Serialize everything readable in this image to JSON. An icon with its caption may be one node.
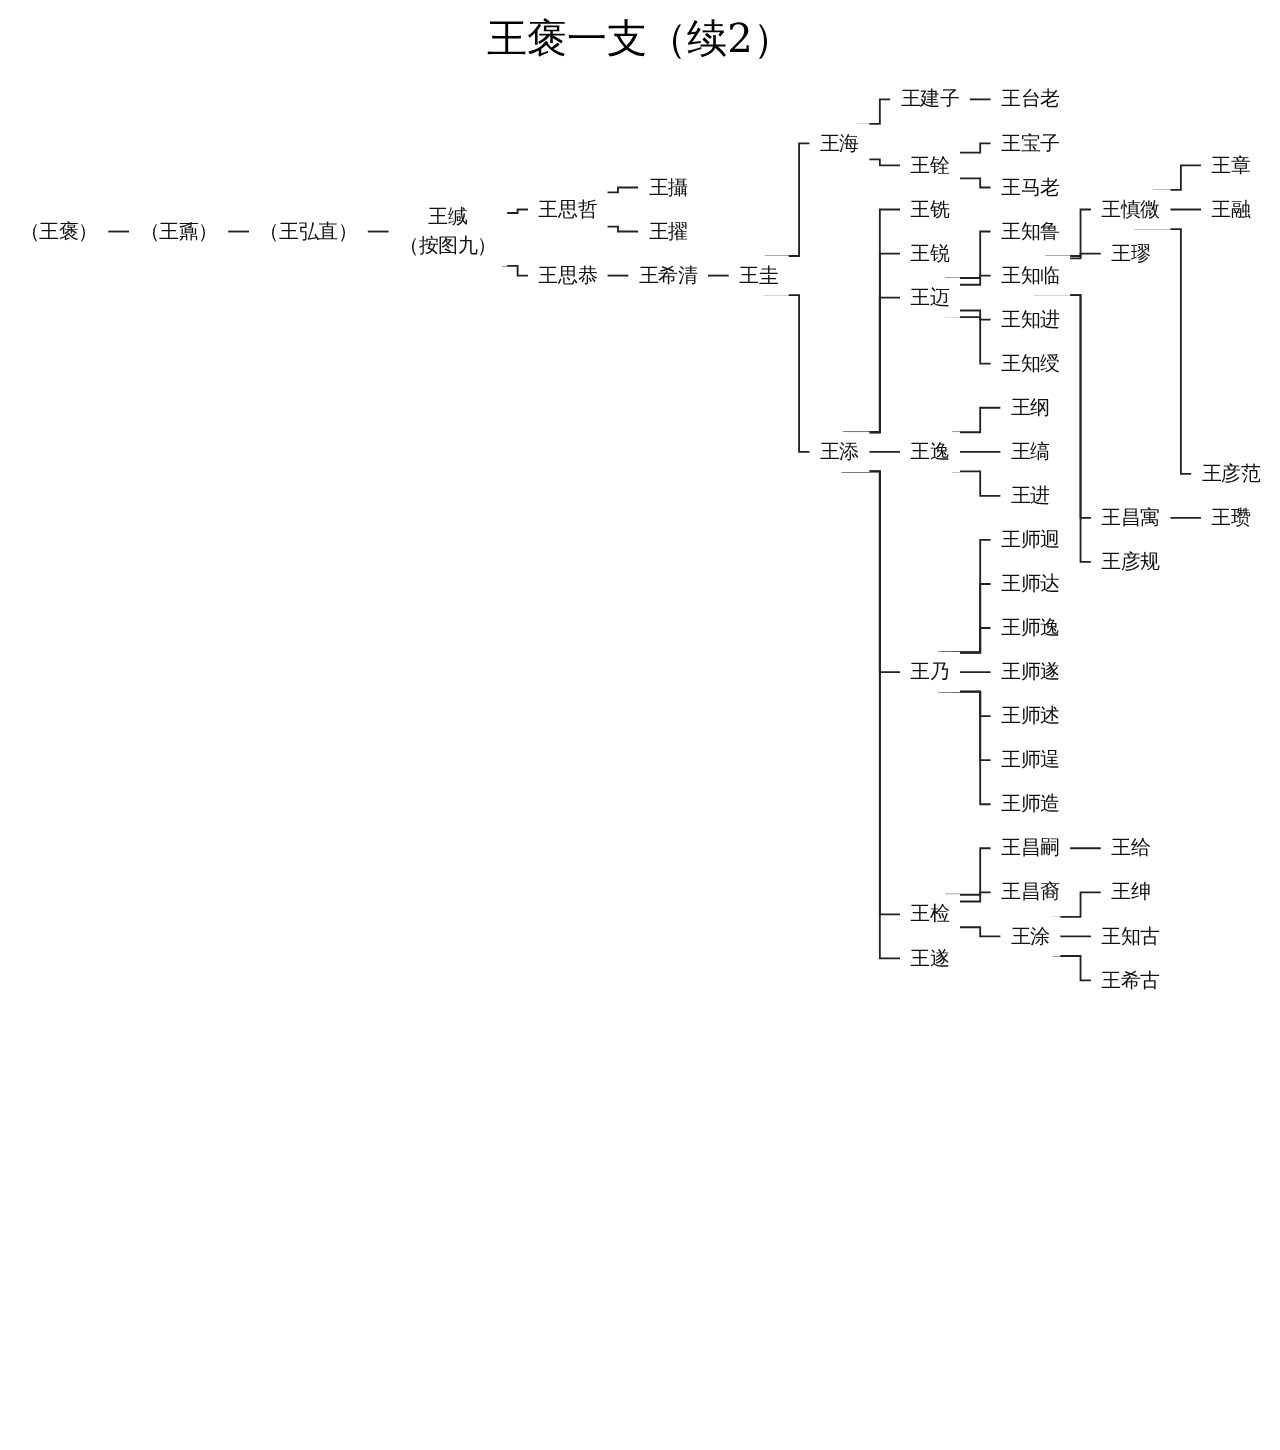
{
  "diagram": {
    "title": "王褒一支（续2）",
    "nodes": [
      {
        "text": [
          "（王褒）"
        ]
      },
      {
        "text": [
          "（王鼒）"
        ]
      },
      {
        "text": [
          "（王弘直）"
        ]
      },
      {
        "text": [
          "王缄",
          "（按图九）"
        ]
      },
      {
        "text": [
          "王思哲"
        ]
      },
      {
        "text": [
          "王攝"
        ]
      },
      {
        "text": [
          "王擢"
        ]
      },
      {
        "text": [
          "王思恭"
        ]
      },
      {
        "text": [
          "王希清"
        ]
      },
      {
        "text": [
          "王圭"
        ]
      },
      {
        "text": [
          "王海"
        ]
      },
      {
        "text": [
          "王建子"
        ]
      },
      {
        "text": [
          "王台老"
        ]
      },
      {
        "text": [
          "王铨"
        ]
      },
      {
        "text": [
          "王宝子"
        ]
      },
      {
        "text": [
          "王马老"
        ]
      },
      {
        "text": [
          "王添"
        ]
      },
      {
        "text": [
          "王铣"
        ]
      },
      {
        "text": [
          "王锐"
        ]
      },
      {
        "text": [
          "王迈"
        ]
      },
      {
        "text": [
          "王知鲁"
        ]
      },
      {
        "text": [
          "王知临"
        ]
      },
      {
        "text": [
          "王慎微"
        ]
      },
      {
        "text": [
          "王章"
        ]
      },
      {
        "text": [
          "王融"
        ]
      },
      {
        "text": [
          "王彦范"
        ]
      },
      {
        "text": [
          "王璆"
        ]
      },
      {
        "text": [
          "王昌寓"
        ]
      },
      {
        "text": [
          "王瓒"
        ]
      },
      {
        "text": [
          "王彦规"
        ]
      },
      {
        "text": [
          "王知进"
        ]
      },
      {
        "text": [
          "王知绶"
        ]
      },
      {
        "text": [
          "王逸"
        ]
      },
      {
        "text": [
          "王纲"
        ]
      },
      {
        "text": [
          "王缟"
        ]
      },
      {
        "text": [
          "王进"
        ]
      },
      {
        "text": [
          "王乃"
        ]
      },
      {
        "text": [
          "王师迥"
        ]
      },
      {
        "text": [
          "王师达"
        ]
      },
      {
        "text": [
          "王师逸"
        ]
      },
      {
        "text": [
          "王师遂"
        ]
      },
      {
        "text": [
          "王师述"
        ]
      },
      {
        "text": [
          "王师逞"
        ]
      },
      {
        "text": [
          "王师造"
        ]
      },
      {
        "text": [
          "王检"
        ]
      },
      {
        "text": [
          "王昌嗣"
        ]
      },
      {
        "text": [
          "王给"
        ]
      },
      {
        "text": [
          "王昌裔"
        ]
      },
      {
        "text": [
          "王涂"
        ]
      },
      {
        "text": [
          "王绅"
        ]
      },
      {
        "text": [
          "王知古"
        ]
      },
      {
        "text": [
          "王希古"
        ]
      },
      {
        "text": [
          "王遂"
        ]
      }
    ],
    "edges": [
      {
        "from": 0,
        "to": 1,
        "arrow": "none"
      },
      {
        "from": 1,
        "to": 2,
        "arrow": "none"
      },
      {
        "from": 2,
        "to": 3,
        "arrow": "none"
      },
      {
        "from": 3,
        "to": 4,
        "arrow": "none"
      },
      {
        "from": 4,
        "to": 5,
        "arrow": "none"
      },
      {
        "from": 4,
        "to": 6,
        "arrow": "none"
      },
      {
        "from": 3,
        "to": 7,
        "arrow": "none"
      },
      {
        "from": 7,
        "to": 8,
        "arrow": "none"
      },
      {
        "from": 8,
        "to": 9,
        "arrow": "none"
      },
      {
        "from": 9,
        "to": 10,
        "arrow": "none"
      },
      {
        "from": 10,
        "to": 11,
        "arrow": "none"
      },
      {
        "from": 11,
        "to": 12,
        "arrow": "none"
      },
      {
        "from": 10,
        "to": 13,
        "arrow": "none"
      },
      {
        "from": 13,
        "to": 14,
        "arrow": "none"
      },
      {
        "from": 13,
        "to": 15,
        "arrow": "none"
      },
      {
        "from": 9,
        "to": 16,
        "arrow": "none"
      },
      {
        "from": 16,
        "to": 17,
        "arrow": "none"
      },
      {
        "from": 16,
        "to": 18,
        "arrow": "none"
      },
      {
        "from": 16,
        "to": 19,
        "arrow": "none"
      },
      {
        "from": 19,
        "to": 20,
        "arrow": "none"
      },
      {
        "from": 19,
        "to": 21,
        "arrow": "none"
      },
      {
        "from": 21,
        "to": 22,
        "arrow": "none"
      },
      {
        "from": 22,
        "to": 23,
        "arrow": "none"
      },
      {
        "from": 22,
        "to": 24,
        "arrow": "none"
      },
      {
        "from": 22,
        "to": 25,
        "arrow": "none"
      },
      {
        "from": 21,
        "to": 26,
        "arrow": "none"
      },
      {
        "from": 21,
        "to": 27,
        "arrow": "none"
      },
      {
        "from": 27,
        "to": 28,
        "arrow": "none"
      },
      {
        "from": 21,
        "to": 29,
        "arrow": "none"
      },
      {
        "from": 19,
        "to": 30,
        "arrow": "none"
      },
      {
        "from": 19,
        "to": 31,
        "arrow": "none"
      },
      {
        "from": 16,
        "to": 32,
        "arrow": "none"
      },
      {
        "from": 32,
        "to": 33,
        "arrow": "none"
      },
      {
        "from": 32,
        "to": 34,
        "arrow": "none"
      },
      {
        "from": 32,
        "to": 35,
        "arrow": "none"
      },
      {
        "from": 16,
        "to": 36,
        "arrow": "none"
      },
      {
        "from": 36,
        "to": 37,
        "arrow": "none"
      },
      {
        "from": 36,
        "to": 38,
        "arrow": "none"
      },
      {
        "from": 36,
        "to": 39,
        "arrow": "none"
      },
      {
        "from": 36,
        "to": 40,
        "arrow": "none"
      },
      {
        "from": 36,
        "to": 41,
        "arrow": "none"
      },
      {
        "from": 36,
        "to": 42,
        "arrow": "none"
      },
      {
        "from": 36,
        "to": 43,
        "arrow": "none"
      },
      {
        "from": 16,
        "to": 44,
        "arrow": "none"
      },
      {
        "from": 44,
        "to": 45,
        "arrow": "none"
      },
      {
        "from": 45,
        "to": 46,
        "arrow": "none"
      },
      {
        "from": 44,
        "to": 47,
        "arrow": "none"
      },
      {
        "from": 44,
        "to": 48,
        "arrow": "none"
      },
      {
        "from": 48,
        "to": 49,
        "arrow": "none"
      },
      {
        "from": 48,
        "to": 50,
        "arrow": "none"
      },
      {
        "from": 48,
        "to": 51,
        "arrow": "none"
      },
      {
        "from": 16,
        "to": 52,
        "arrow": "none"
      }
    ]
  }
}
